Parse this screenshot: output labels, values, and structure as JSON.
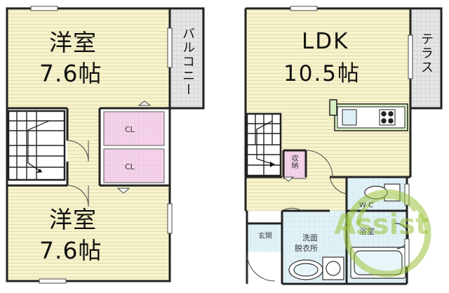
{
  "floor_left": {
    "room_upper": {
      "name": "洋室",
      "size": "7.6帖"
    },
    "balcony": "バルコニー",
    "closet_1": "CL",
    "closet_2": "CL",
    "room_lower": {
      "name": "洋室",
      "size": "7.6帖"
    }
  },
  "floor_right": {
    "ldk": {
      "name": "LDK",
      "size": "10.5帖"
    },
    "terrace": "テラス",
    "storage": "収納",
    "toilet": "W C",
    "bathroom": "浴室",
    "entrance": "玄関",
    "washroom_line1": "洗面",
    "washroom_line2": "脱衣所"
  },
  "watermark": "Assist",
  "colors": {
    "room_fill": "#f7f3cc",
    "stripe": "#d9d2a2",
    "closet_fill": "#f3cfe7",
    "terrace_fill": "#dcdcdc",
    "wet_area_fill": "#dff1f6",
    "wall": "#222222",
    "watermark_green": "#9cc33b"
  }
}
